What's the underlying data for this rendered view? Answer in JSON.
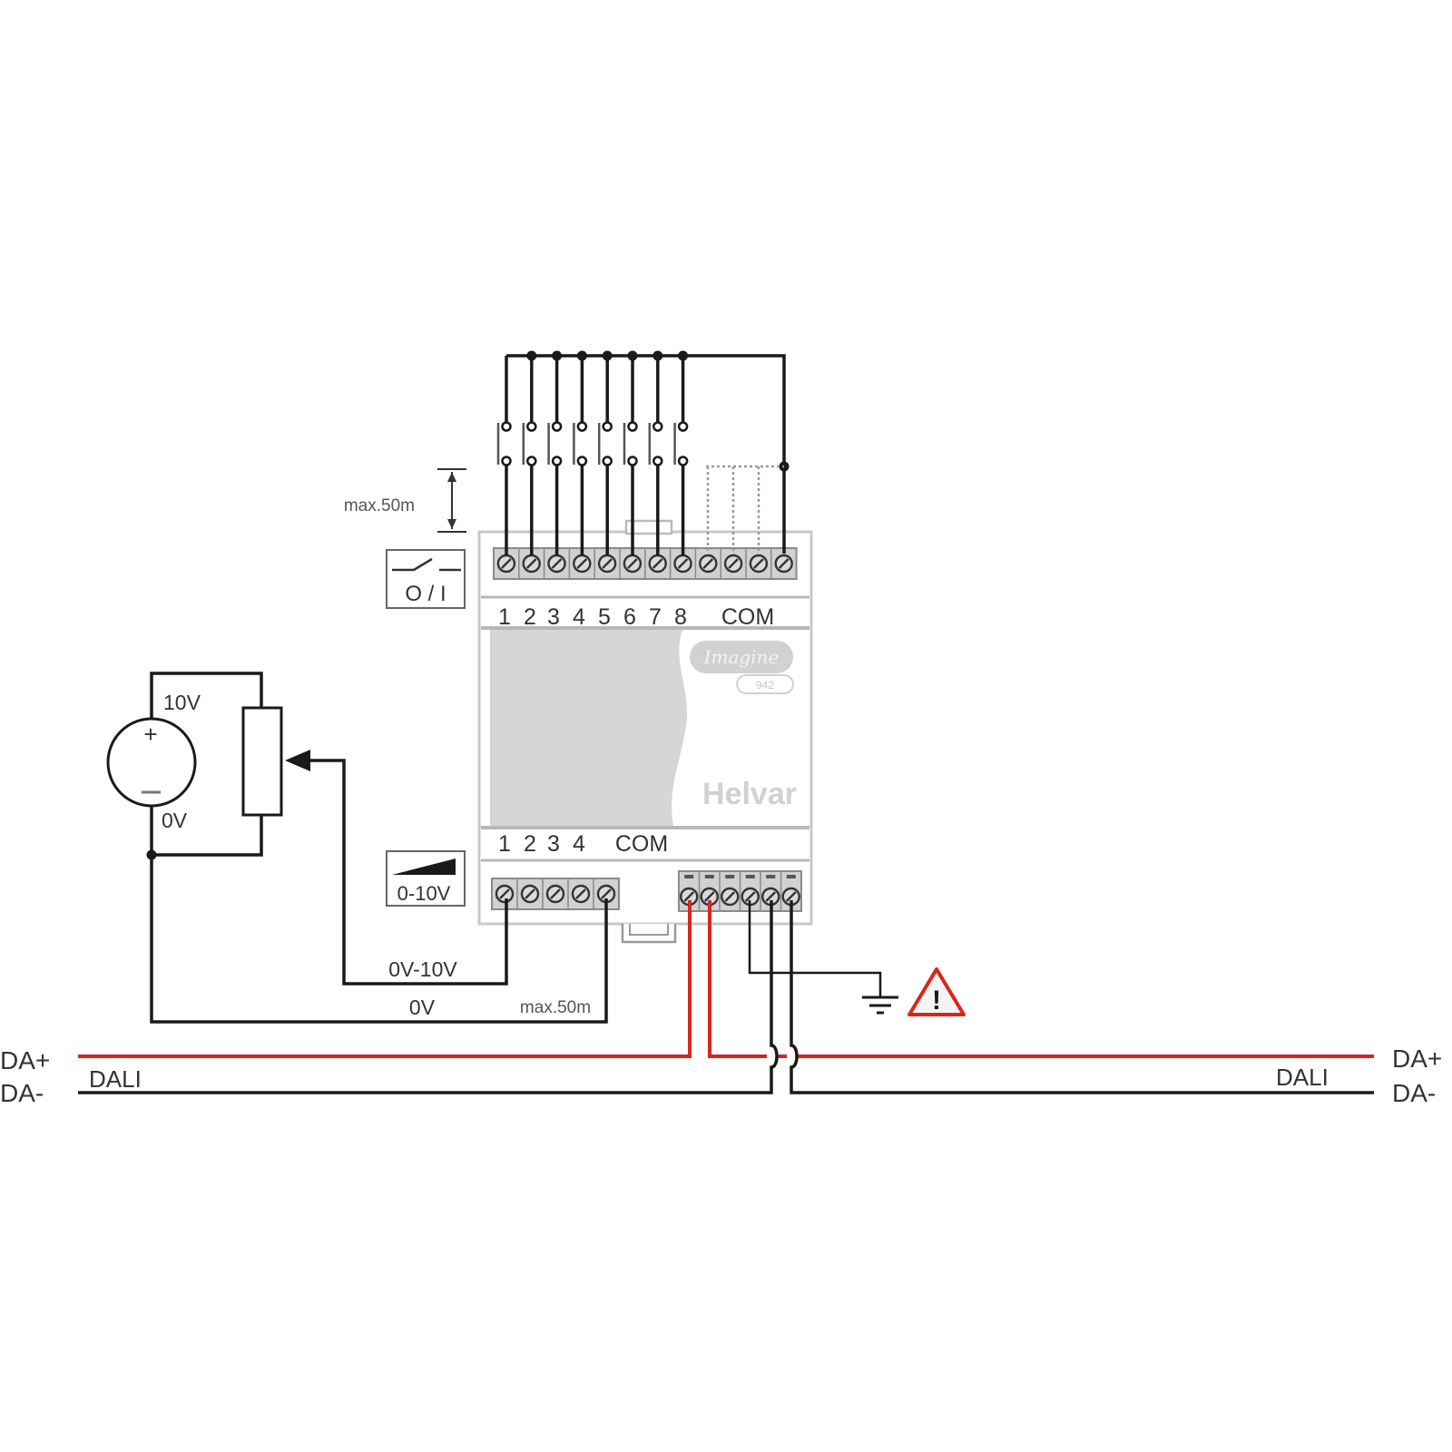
{
  "diagram": {
    "title": "Helvar Imagine 942 input unit wiring diagram",
    "device": {
      "brand": "Helvar",
      "logo_text": "Imagine",
      "model": "942"
    },
    "switch_inputs": {
      "symbol_label": "O / I",
      "max_cable": "max.50m",
      "terminal_labels": [
        "1",
        "2",
        "3",
        "4",
        "5",
        "6",
        "7",
        "8",
        "COM"
      ],
      "terminal_count": 12,
      "switch_count": 8
    },
    "analog_inputs": {
      "symbol_label": "0-10V",
      "terminal_labels": [
        "1",
        "2",
        "3",
        "4",
        "COM"
      ],
      "terminal_count": 5,
      "signal_label": "0V-10V",
      "ground_label": "0V",
      "max_cable": "max.50m"
    },
    "source": {
      "positive_label": "10V",
      "negative_label": "0V",
      "plus_sign": "+",
      "minus_sign": "−"
    },
    "dali_bus": {
      "left": {
        "plus": "DA+",
        "minus": "DA-",
        "name": "DALI"
      },
      "right": {
        "plus": "DA+",
        "minus": "DA-",
        "name": "DALI"
      },
      "terminal_count": 6
    },
    "warning_icon": "!",
    "colors": {
      "dali_plus": "#d7261e",
      "wire": "#1a1a1a",
      "panel": "#d4d6d8"
    }
  }
}
